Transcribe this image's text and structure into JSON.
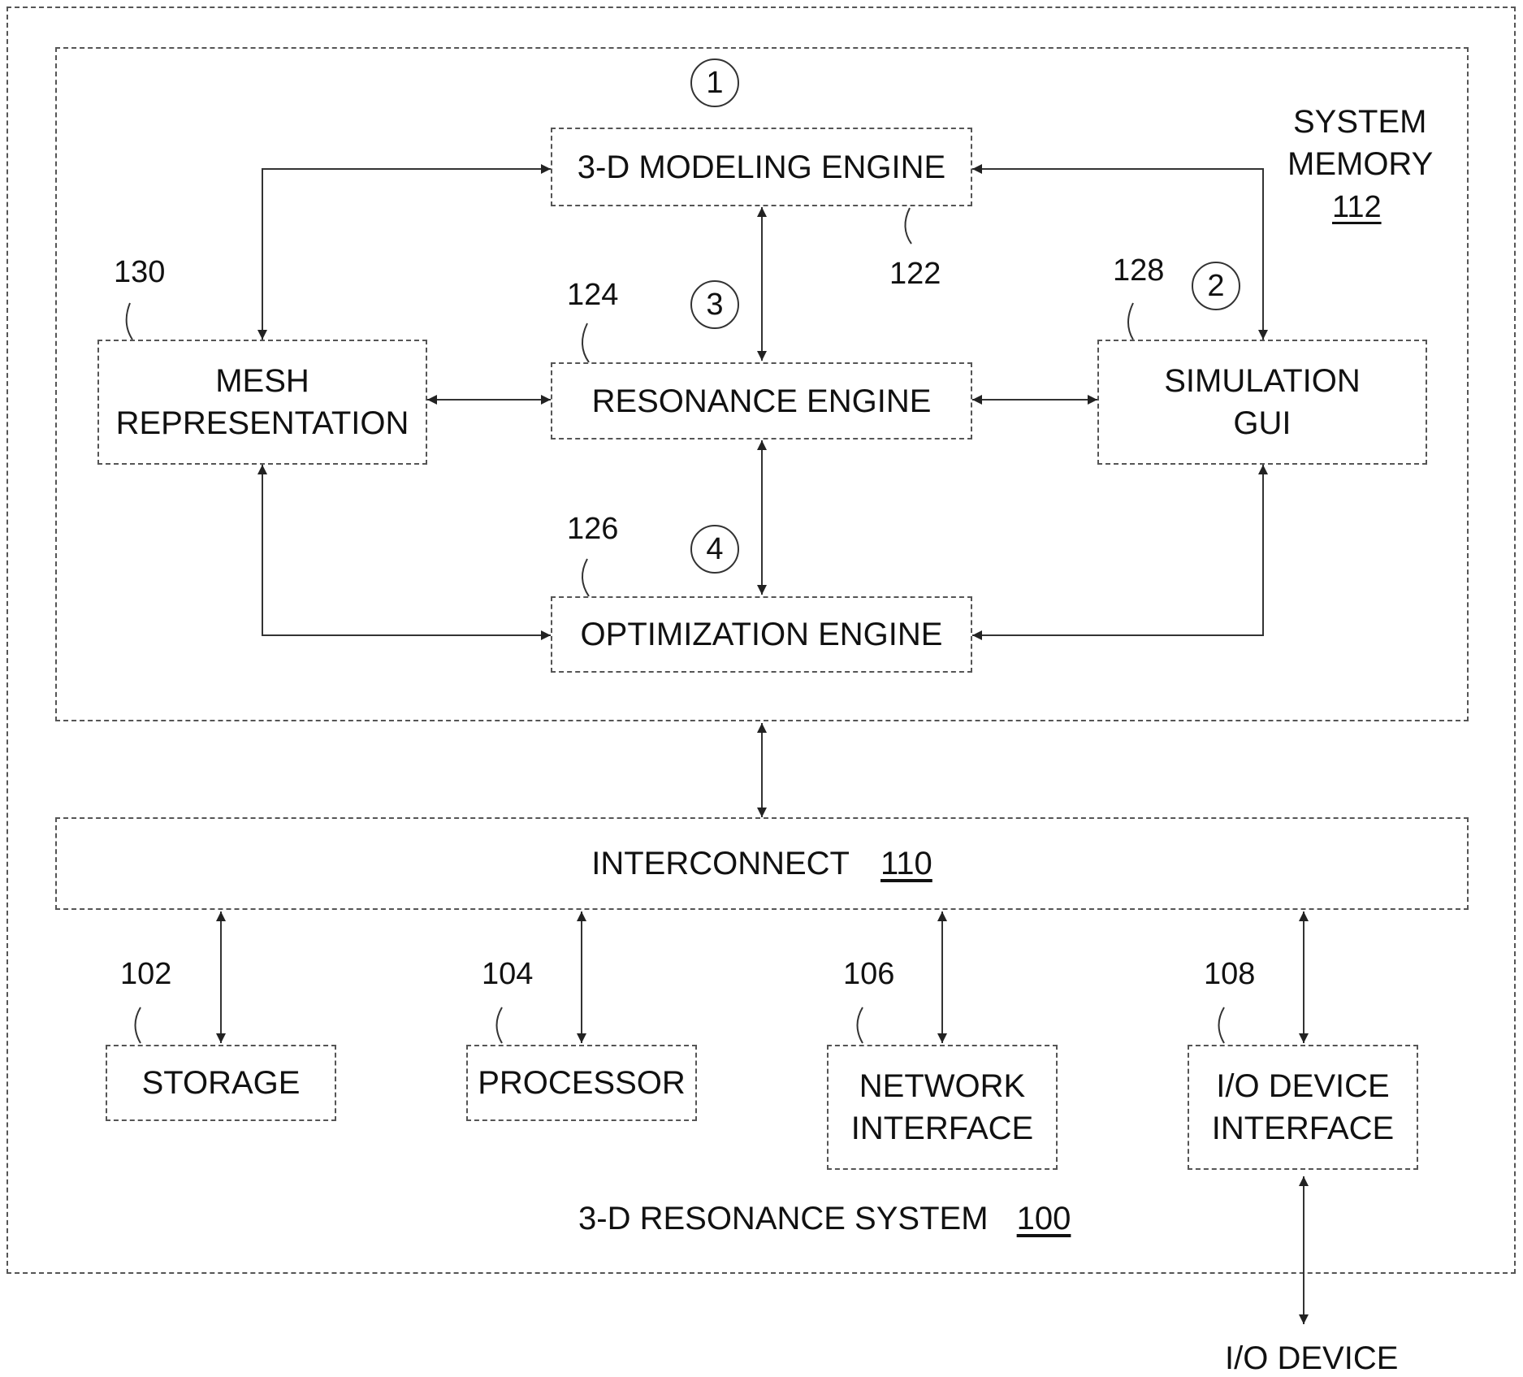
{
  "system_memory": {
    "line1": "SYSTEM",
    "line2": "MEMORY",
    "ref": "112"
  },
  "modeling_engine": {
    "label": "3-D MODELING ENGINE",
    "ref": "122",
    "step": "1"
  },
  "resonance_engine": {
    "label": "RESONANCE ENGINE",
    "ref": "124",
    "step": "3"
  },
  "optimization_engine": {
    "label": "OPTIMIZATION ENGINE",
    "ref": "126",
    "step": "4"
  },
  "simulation_gui": {
    "line1": "SIMULATION",
    "line2": "GUI",
    "ref": "128",
    "step": "2"
  },
  "mesh": {
    "line1": "MESH",
    "line2": "REPRESENTATION",
    "ref": "130"
  },
  "interconnect": {
    "label": "INTERCONNECT",
    "ref": "110"
  },
  "storage": {
    "label": "STORAGE",
    "ref": "102"
  },
  "processor": {
    "label": "PROCESSOR",
    "ref": "104"
  },
  "network": {
    "line1": "NETWORK",
    "line2": "INTERFACE",
    "ref": "106"
  },
  "io_interface": {
    "line1": "I/O DEVICE",
    "line2": "INTERFACE",
    "ref": "108"
  },
  "system": {
    "label": "3-D RESONANCE SYSTEM",
    "ref": "100"
  },
  "io_device": {
    "label": "I/O DEVICE"
  }
}
